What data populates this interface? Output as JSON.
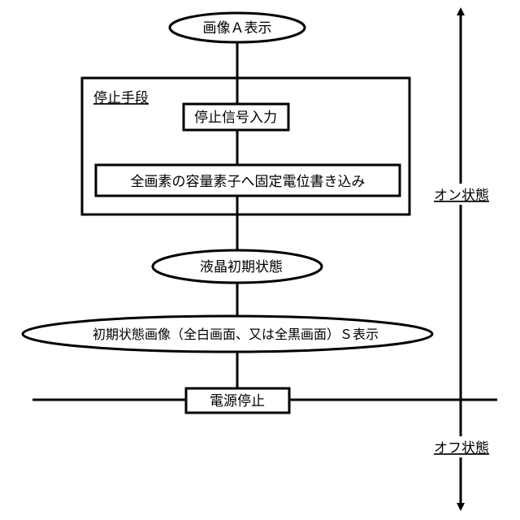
{
  "nodes": {
    "display_image_a": "画像Ａ表示",
    "stop_means_group": "停止手段",
    "stop_signal_input": "停止信号入力",
    "write_fixed_potential": "全画素の容量素子へ固定電位書き込み",
    "lc_initial_state": "液晶初期状態",
    "display_initial_image": "初期状態画像（全白画面、又は全黒画面）Ｓ表示",
    "power_stop": "電源停止"
  },
  "side_labels": {
    "on_state": "オン状態",
    "off_state": "オフ状態"
  },
  "colors": {
    "stroke": "#000000",
    "background": "#ffffff"
  }
}
